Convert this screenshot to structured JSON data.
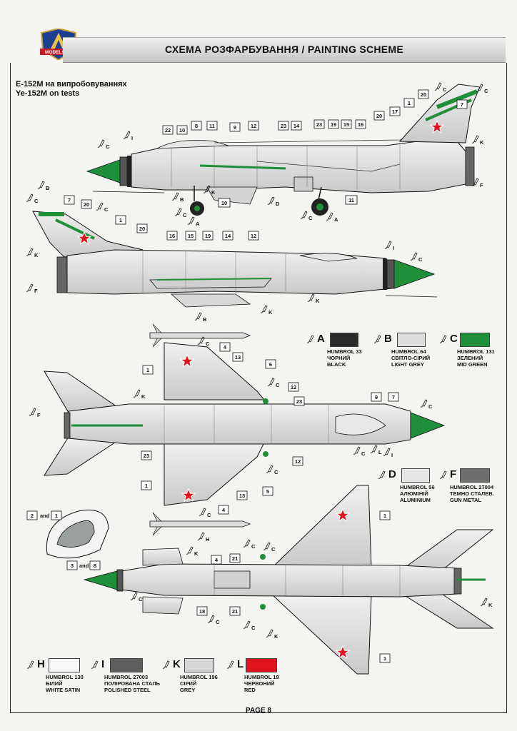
{
  "header": {
    "title": "СХЕМА РОЗФАРБУВАННЯ  / PAINTING  SCHEME",
    "logo_text": "MODELSVIT"
  },
  "section": {
    "title_ua": "Е-152М на випробовуваннях",
    "title_en": "Ye-152M on tests"
  },
  "colors_top": [
    {
      "code": "A",
      "name_lines": [
        "HUMBROL 33",
        "ЧОРНИЙ",
        "BLACK"
      ],
      "hex": "#2b2b2b"
    },
    {
      "code": "B",
      "name_lines": [
        "HUMBROL 64",
        "СВІТЛО-СІРИЙ",
        "LIGHT GREY"
      ],
      "hex": "#dcdcdc"
    },
    {
      "code": "C",
      "name_lines": [
        "HUMBROL 131",
        "ЗЕЛЕНИЙ",
        "MID GREEN"
      ],
      "hex": "#1f8f3a"
    }
  ],
  "colors_mid": [
    {
      "code": "D",
      "name_lines": [
        "HUMBROL 56",
        "АЛЮМІНІЙ",
        "ALUMINIUM"
      ],
      "hex": "#e6e6e6"
    },
    {
      "code": "F",
      "name_lines": [
        "HUMBROL 27004",
        "ТЕМНО СТАЛЕВ.",
        "GUN METAL"
      ],
      "hex": "#6e6e6e"
    }
  ],
  "colors_bottom": [
    {
      "code": "H",
      "name_lines": [
        "HUMBROL 130",
        "БІЛИЙ",
        "WHITE SATIN"
      ],
      "hex": "#f7f7f7"
    },
    {
      "code": "I",
      "name_lines": [
        "HUMBROL 27003",
        "ПОЛІРОВАНА СТАЛЬ",
        "POLISHED STEEL"
      ],
      "hex": "#5e5e5e"
    },
    {
      "code": "K",
      "name_lines": [
        "HUMBROL 196",
        "СІРИЙ",
        "GREY"
      ],
      "hex": "#d6d6d6"
    },
    {
      "code": "L",
      "name_lines": [
        "HUMBROL 19",
        "ЧЕРВОНИЙ",
        "RED"
      ],
      "hex": "#e0141e"
    }
  ],
  "canopy_labels": {
    "top_a": "2",
    "top_b": "1",
    "top_and": "and",
    "bottom_a": "3",
    "bottom_b": "8",
    "bottom_and": "and"
  },
  "callouts_side1": [
    "22",
    "10",
    "8",
    "11",
    "9",
    "12",
    "23",
    "14",
    "23",
    "19",
    "15",
    "16",
    "20",
    "17",
    "1",
    "20",
    "7"
  ],
  "callouts_side2": [
    "7",
    "20",
    "1",
    "20",
    "16",
    "15",
    "19",
    "14",
    "12"
  ],
  "callouts_top": [
    "4",
    "13",
    "1",
    "6",
    "12",
    "23",
    "9",
    "7",
    "23",
    "12",
    "1",
    "5",
    "13",
    "4"
  ],
  "callouts_bottom": [
    "1",
    "21",
    "4",
    "21",
    "18",
    "1"
  ],
  "callouts_wheels": [
    "10",
    "11"
  ],
  "paint_codes": {
    "a": "A",
    "b": "B",
    "c": "C",
    "d": "D",
    "f": "F",
    "h": "H",
    "i": "I",
    "k": "K",
    "l": "L"
  },
  "footer": {
    "page": "PAGE 8"
  }
}
